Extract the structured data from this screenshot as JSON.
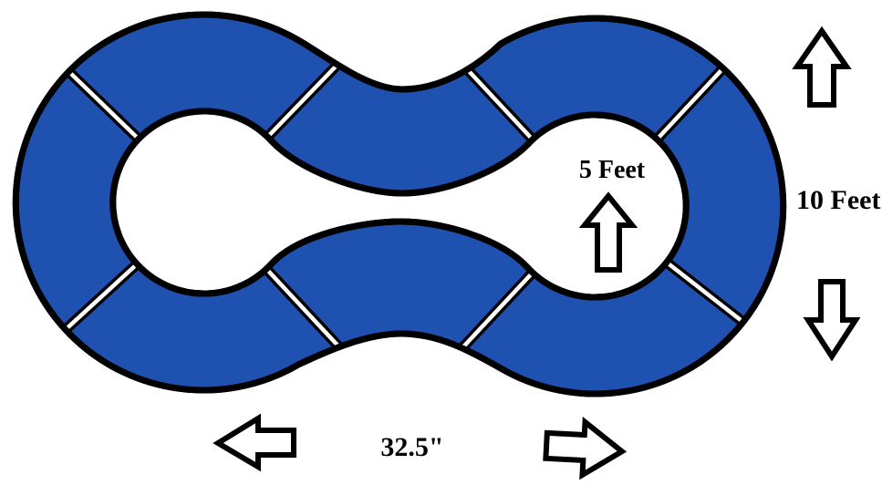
{
  "diagram": {
    "type": "figure-eight-track",
    "description": "Figure-eight loop track assembled from 8 curved segments",
    "segment_count": 8,
    "colors": {
      "track_fill": "#1f52b0",
      "outline": "#000000",
      "joint_gap": "#ffffff",
      "background": "#ffffff"
    },
    "labels": {
      "inner_width": "5 Feet",
      "outer_height": "10 Feet",
      "segment_length": "32.5\""
    },
    "arrows": [
      {
        "icon": "up-arrow",
        "location": "inside-right-loop"
      },
      {
        "icon": "up-arrow",
        "location": "top-right"
      },
      {
        "icon": "down-arrow",
        "location": "middle-right"
      },
      {
        "icon": "left-arrow",
        "location": "bottom-center-left"
      },
      {
        "icon": "right-arrow",
        "location": "bottom-center-right"
      }
    ]
  }
}
